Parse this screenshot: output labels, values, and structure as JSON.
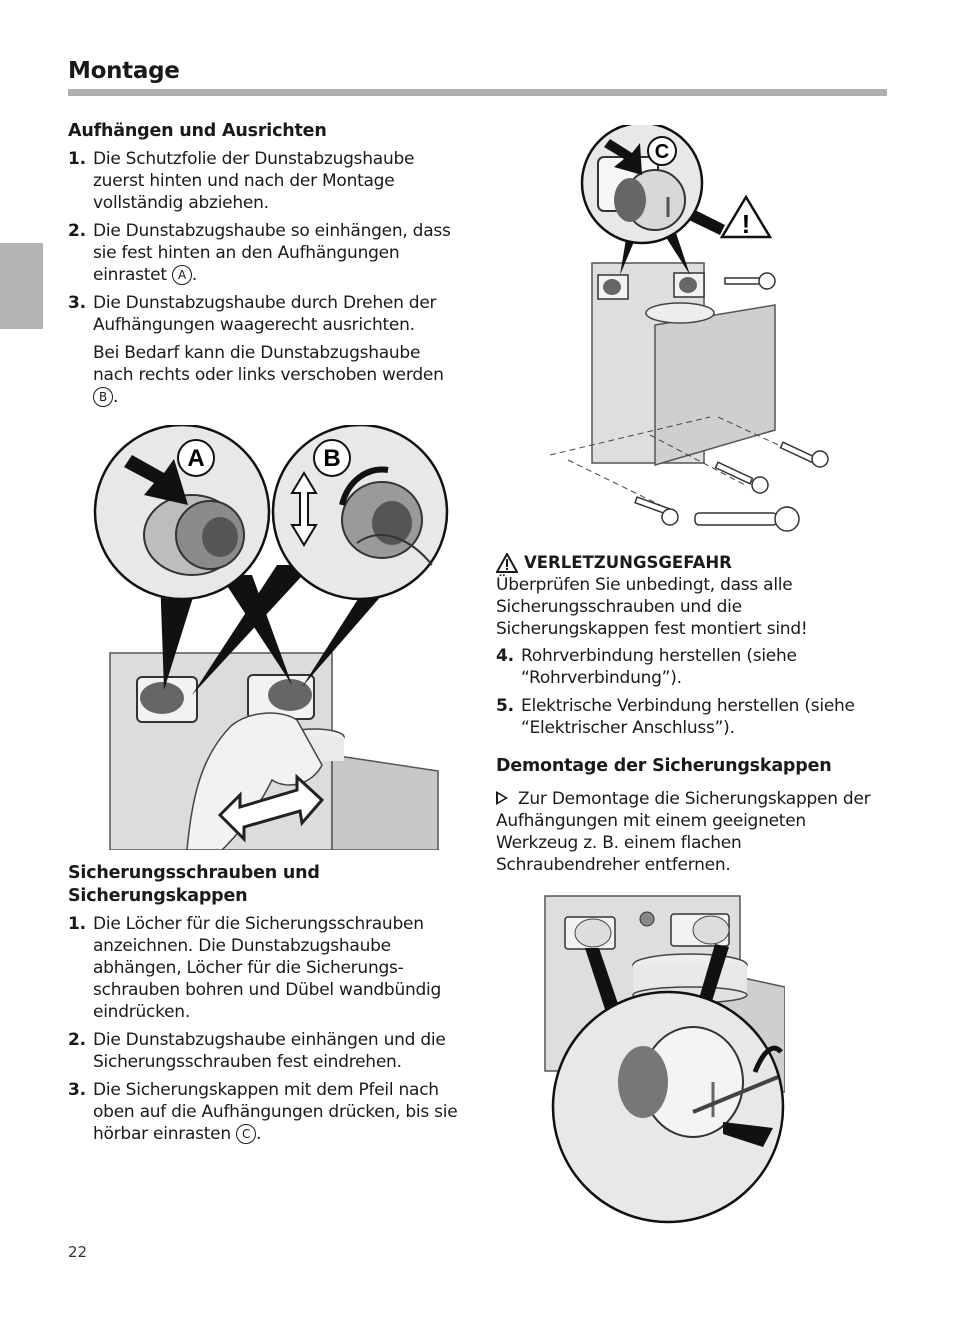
{
  "header": {
    "title": "Montage"
  },
  "section_hang": {
    "title": "Aufhängen und Ausrichten",
    "steps": [
      {
        "num": "1.",
        "text": "Die Schutzfolie der Dunstabzugshaube zuerst hinten und nach der Montage vollständig abziehen."
      },
      {
        "num": "2.",
        "text": "Die Dunstabzugshaube so einhängen, dass sie fest hinten an den Aufhängungen einrastet",
        "ref": "A",
        "end": "."
      },
      {
        "num": "3.",
        "text": "Die Dunstabzugshaube durch Drehen der Aufhängungen waagerecht ausrichten."
      }
    ],
    "note": {
      "text": "Bei Bedarf kann die Dunstabzugshaube nach rechts oder links verschoben werden",
      "ref": "B",
      "end": "."
    }
  },
  "section_screws": {
    "title": "Sicherungsschrauben und Sicherungskappen",
    "steps": [
      {
        "num": "1.",
        "text": "Die Löcher für die Sicherungsschrauben anzeichnen. Die Dunstabzugshaube abhängen, Löcher für die Sicherungs-schrauben bohren und Dübel wandbündig eindrücken."
      },
      {
        "num": "2.",
        "text": "Die Dunstabzugshaube einhängen und die Sicherungsschrauben fest eindrehen."
      },
      {
        "num": "3.",
        "text": "Die Sicherungskappen mit dem Pfeil nach oben auf die Aufhängungen drücken, bis sie hörbar einrasten",
        "ref": "C",
        "end": "."
      }
    ]
  },
  "warning": {
    "title": "VERLETZUNGSGEFAHR",
    "text": "Überprüfen Sie unbedingt, dass alle Sicherungsschrauben und die Sicherungskappen fest montiert sind!"
  },
  "section_steps_cont": {
    "steps": [
      {
        "num": "4.",
        "text": "Rohrverbindung herstellen (siehe “Rohrverbindung”)."
      },
      {
        "num": "5.",
        "text": "Elektrische Verbindung herstellen (siehe “Elektrischer Anschluss”)."
      }
    ]
  },
  "section_remove": {
    "title": "Demontage der Sicherungskappen",
    "text": "Zur Demontage die Sicherungskappen der Aufhängungen mit einem geeigneten Werkzeug z. B. einem flachen Schraubendreher entfernen."
  },
  "figures": {
    "fig_ab": {
      "label_a": "A",
      "label_b": "B"
    },
    "fig_c": {
      "label_c": "C",
      "warn_mark": "!"
    }
  },
  "footer": {
    "page_number": "22"
  },
  "colors": {
    "tab_gray": "#b3b3b3",
    "rule_gray": "#b0b0b0",
    "text": "#1a1a1a"
  }
}
